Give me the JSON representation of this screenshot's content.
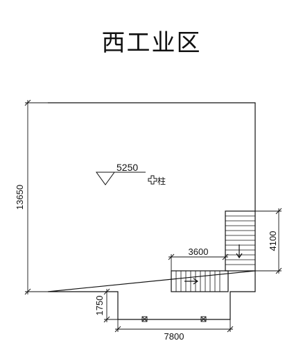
{
  "title": "西工业区",
  "elevation": "5250",
  "column_label": "柱",
  "dimensions": {
    "left_height": "13650",
    "right_stair_height": "4100",
    "stair_width": "3600",
    "bottom_width": "7800",
    "bottom_offset": "1750"
  },
  "colors": {
    "line": "#111111",
    "background": "#ffffff"
  }
}
